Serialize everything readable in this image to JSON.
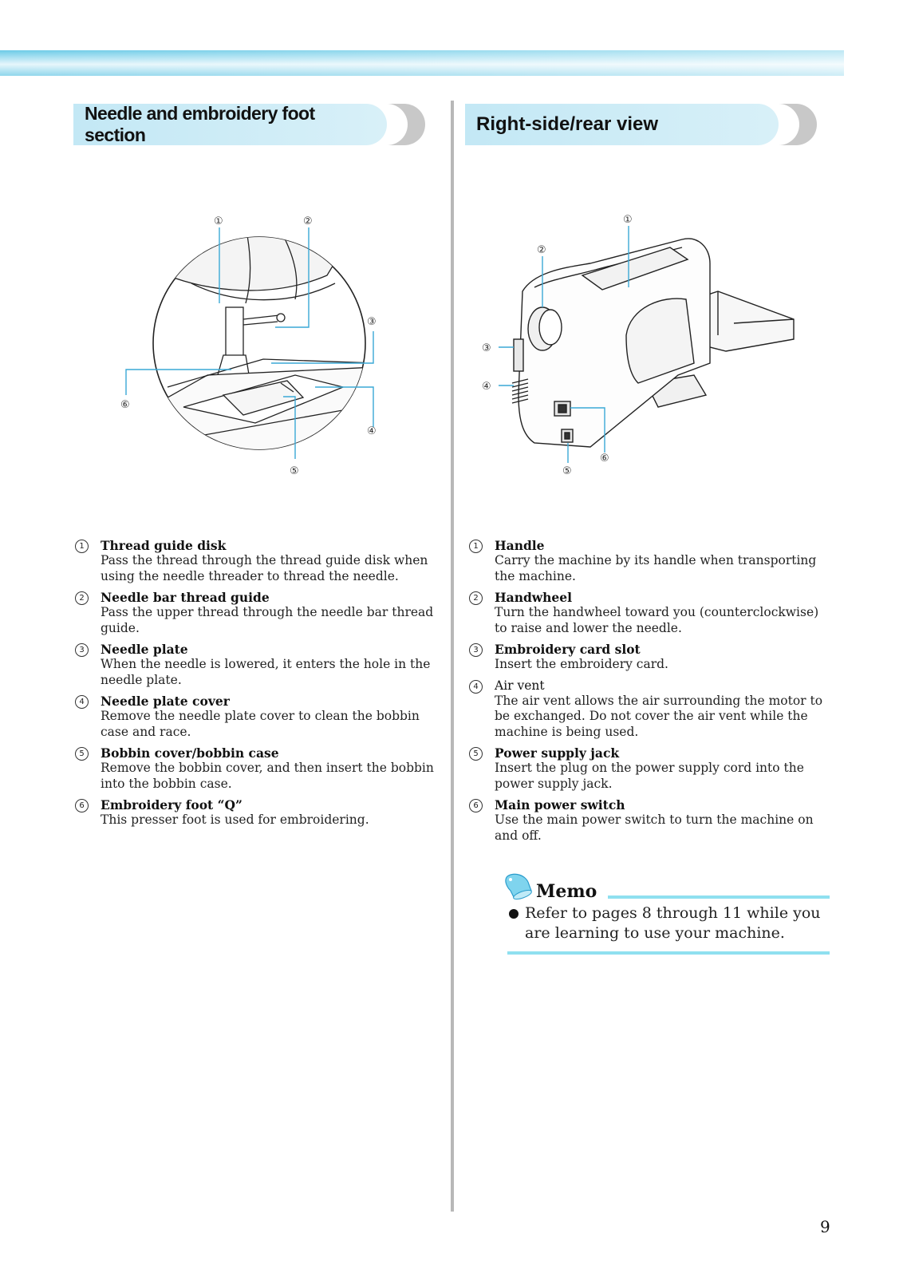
{
  "header": {
    "left_title": "Needle and embroidery foot section",
    "right_title": "Right-side/rear view"
  },
  "left_figure": {
    "callouts": [
      "①",
      "②",
      "③",
      "④",
      "⑤",
      "⑥"
    ]
  },
  "right_figure": {
    "callouts": [
      "①",
      "②",
      "③",
      "④",
      "⑤",
      "⑥"
    ]
  },
  "left_list": [
    {
      "num": "1",
      "title": "Thread guide disk",
      "desc": "Pass the thread through the thread guide disk when using the needle threader to thread the needle."
    },
    {
      "num": "2",
      "title": "Needle bar thread guide",
      "desc": "Pass the upper thread through the needle bar thread guide."
    },
    {
      "num": "3",
      "title": "Needle plate",
      "desc": "When the needle is lowered, it enters the hole in the needle plate."
    },
    {
      "num": "4",
      "title": "Needle plate cover",
      "desc": "Remove the needle plate cover to clean the bobbin case and race."
    },
    {
      "num": "5",
      "title": "Bobbin cover/bobbin case",
      "desc": "Remove the bobbin cover, and then insert the bobbin into the bobbin case."
    },
    {
      "num": "6",
      "title": "Embroidery foot “Q”",
      "desc": "This presser foot is used for embroidering."
    }
  ],
  "right_list": [
    {
      "num": "1",
      "title": "Handle",
      "desc": "Carry the machine by its handle when transporting the machine."
    },
    {
      "num": "2",
      "title": "Handwheel",
      "desc": "Turn the handwheel toward you (counterclockwise) to raise and lower the needle."
    },
    {
      "num": "3",
      "title": "Embroidery card slot",
      "desc": "Insert the embroidery card."
    },
    {
      "num": "4",
      "title": "Air vent",
      "desc": "The air vent allows the air surrounding the motor to be exchanged. Do not cover the air vent while the machine is being used."
    },
    {
      "num": "5",
      "title": "Power supply jack",
      "desc": "Insert the plug on the power supply cord into the power supply jack."
    },
    {
      "num": "6",
      "title": "Main power switch",
      "desc": "Use the main power switch to turn the machine on and off."
    }
  ],
  "memo": {
    "title": "Memo",
    "text": "Refer to pages 8 through 11 while you are learning to use your machine."
  },
  "page_number": "9",
  "colors": {
    "band": "#6ccbe7",
    "header_pill": "#c9ebf6",
    "callout_line": "#3aa9d6",
    "memo_line": "#8fe0f0",
    "divider": "#b8b8b8"
  }
}
